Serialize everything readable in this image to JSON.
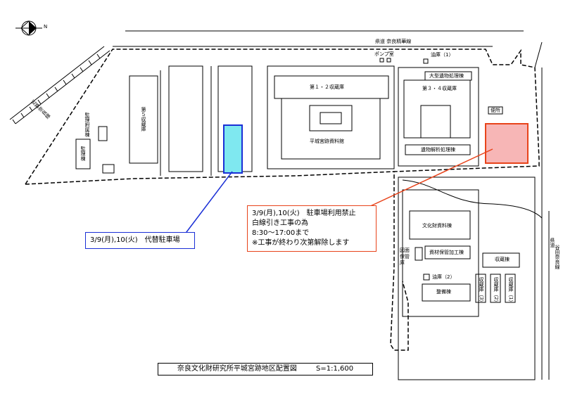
{
  "map": {
    "compass_label": "N",
    "roads": {
      "prefectural_road": "県道 奈良精華線",
      "kintetsu_line": "近鉄奈良線",
      "east_road_prefix": "県道",
      "east_road_name": "谷田奈良線"
    },
    "buildings": {
      "pump_room": "ポンプ室",
      "oil_storage_1": "油庫（1）",
      "large_artifact": "大型遺物処理棟",
      "storage_12": "第１・２収蔵庫",
      "storage_34": "第３・４収蔵庫",
      "toilet": "便所",
      "heijo_museum": "平城宮跡資料館",
      "analysis_building": "遺物解析処理棟",
      "storage_5": "第５収蔵庫",
      "admin_annex": "監理附属棟",
      "admin": "監理棟",
      "cultural_property": "文化財資料棟",
      "library_storage": "図面保管庫",
      "material_processing": "資材保管加工棟",
      "storage_building": "収蔵棟",
      "oil_storage_2": "油庫（2）",
      "maintenance": "整備棟",
      "storage_3": "収蔵庫（3）",
      "storage_2": "収蔵庫（2）",
      "storage_1": "収蔵庫（1）"
    },
    "colors": {
      "closed_parking": "#f7b6b6",
      "closed_border": "#e8431a",
      "alt_parking": "#7fe8f0",
      "alt_border": "#1a2fd6"
    }
  },
  "notes": {
    "closure": {
      "line1": "3/9(月),10(火)　駐車場利用禁止",
      "line2": "白線引き工事の為",
      "line3": "8:30〜17:00まで",
      "line4": "※工事が終わり次第解除します"
    },
    "alternate": {
      "line1": "3/9(月),10(火)　代替駐車場"
    }
  },
  "footer": {
    "title": "奈良文化財研究所平城宮跡地区配置図",
    "scale": "S=1:1,600"
  }
}
